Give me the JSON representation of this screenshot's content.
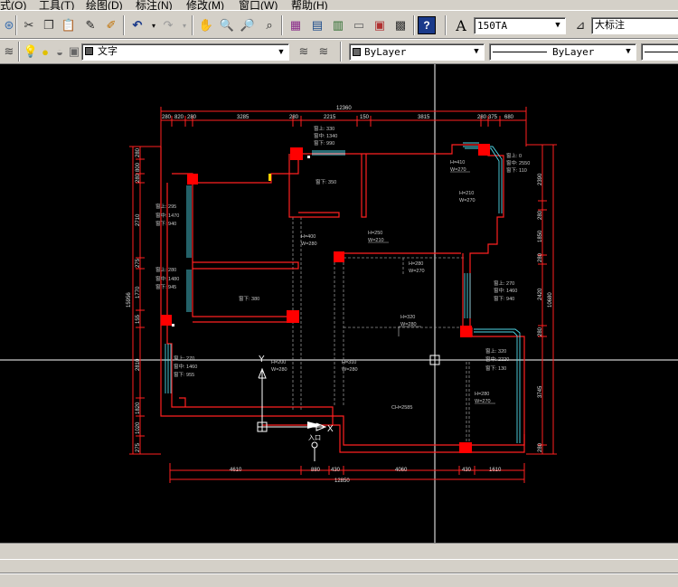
{
  "menubar": {
    "items": [
      {
        "id": "format",
        "label": "式(O)"
      },
      {
        "id": "tools",
        "label": "工具(T)"
      },
      {
        "id": "draw",
        "label": "绘图(D)"
      },
      {
        "id": "dimension",
        "label": "标注(N)"
      },
      {
        "id": "modify",
        "label": "修改(M)"
      },
      {
        "id": "window",
        "label": "窗口(W)"
      },
      {
        "id": "help",
        "label": "帮助(H)"
      }
    ]
  },
  "toolbar": {
    "text_style": "150TA",
    "dim_style": "大标注",
    "layer": "文字",
    "color": "ByLayer",
    "linetype": "ByLayer"
  },
  "plan": {
    "dims": {
      "top_total": "12360",
      "bottom_total": "12850",
      "left_total": "15956",
      "right_total": "10680",
      "top_segments": [
        "280",
        "820",
        "280",
        "3285",
        "280",
        "2215",
        "150",
        "3815",
        "280",
        "375",
        "680"
      ],
      "bottom_segments": [
        "4610",
        "880",
        "430",
        "4060",
        "430",
        "1610"
      ],
      "left_segments": [
        "280",
        "800",
        "280",
        "2710",
        "275",
        "1770",
        "155",
        "2810",
        "1820",
        "1020",
        "275"
      ],
      "right_segments": [
        "2390",
        "280",
        "1850",
        "280",
        "2420",
        "280",
        "3745",
        "280"
      ]
    },
    "labels": {
      "w_top": [
        "窗上: 330",
        "窗中: 1340",
        "窗下: 990"
      ],
      "w_topright": [
        "窗上: 0",
        "窗中: 2550",
        "窗下: 110"
      ],
      "w_left1": [
        "窗上: 295",
        "窗中: 1470",
        "窗下: 940"
      ],
      "w_left2": [
        "窗上: 280",
        "窗中: 1480",
        "窗下: 945"
      ],
      "w_left3": [
        "窗上: 270",
        "窗中: 1460",
        "窗下: 955"
      ],
      "w_right1": [
        "窗上: 270",
        "窗中: 1460",
        "窗下: 940"
      ],
      "w_right2": [
        "窗上: 320",
        "窗中: 2220",
        "窗下: 130"
      ],
      "sill1": "窗下: 350",
      "sill2": "窗下: 380",
      "openings": [
        {
          "h": "H=410",
          "w": "W=270"
        },
        {
          "h": "H=210",
          "w": "W=270"
        },
        {
          "h": "H=250",
          "w": "W=210"
        },
        {
          "h": "H=400",
          "w": "W=280"
        },
        {
          "h": "H=280",
          "w": "W=270"
        },
        {
          "h": "H=320",
          "w": "W=280"
        },
        {
          "h": "H=200",
          "w": "W=280"
        },
        {
          "h": "H=310",
          "w": "W=280"
        },
        {
          "h": "H=280",
          "w": "W=270"
        }
      ],
      "ceiling": "CH=2585",
      "entrance": "入口"
    }
  }
}
